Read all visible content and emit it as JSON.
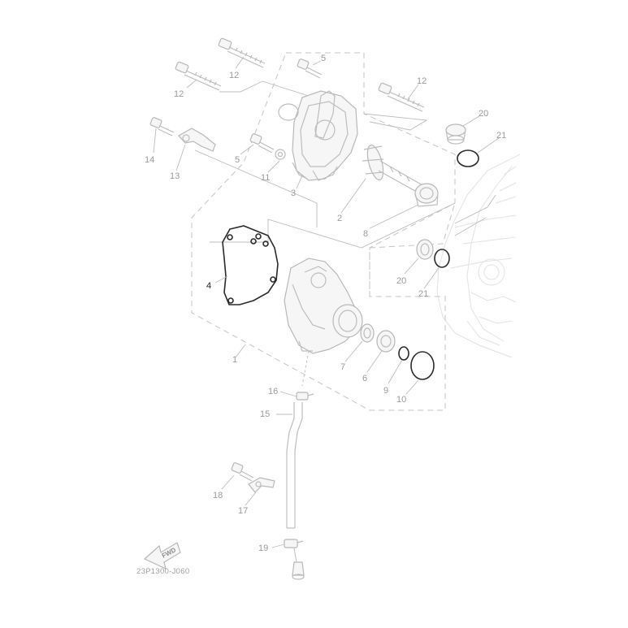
{
  "diagram": {
    "catalog_code": "23P1300-J060",
    "fwd_label": "FWD",
    "callouts": [
      {
        "id": "1",
        "text": "1"
      },
      {
        "id": "2",
        "text": "2"
      },
      {
        "id": "3",
        "text": "3"
      },
      {
        "id": "4",
        "text": "4"
      },
      {
        "id": "5a",
        "text": "5"
      },
      {
        "id": "5b",
        "text": "5"
      },
      {
        "id": "6",
        "text": "6"
      },
      {
        "id": "7",
        "text": "7"
      },
      {
        "id": "8",
        "text": "8"
      },
      {
        "id": "9",
        "text": "9"
      },
      {
        "id": "10",
        "text": "10"
      },
      {
        "id": "11",
        "text": "11"
      },
      {
        "id": "12a",
        "text": "12"
      },
      {
        "id": "12b",
        "text": "12"
      },
      {
        "id": "12c",
        "text": "12"
      },
      {
        "id": "13",
        "text": "13"
      },
      {
        "id": "14",
        "text": "14"
      },
      {
        "id": "15",
        "text": "15"
      },
      {
        "id": "16",
        "text": "16"
      },
      {
        "id": "17",
        "text": "17"
      },
      {
        "id": "18",
        "text": "18"
      },
      {
        "id": "19",
        "text": "19"
      },
      {
        "id": "20a",
        "text": "20"
      },
      {
        "id": "20b",
        "text": "20"
      },
      {
        "id": "21a",
        "text": "21"
      },
      {
        "id": "21b",
        "text": "21"
      }
    ]
  }
}
